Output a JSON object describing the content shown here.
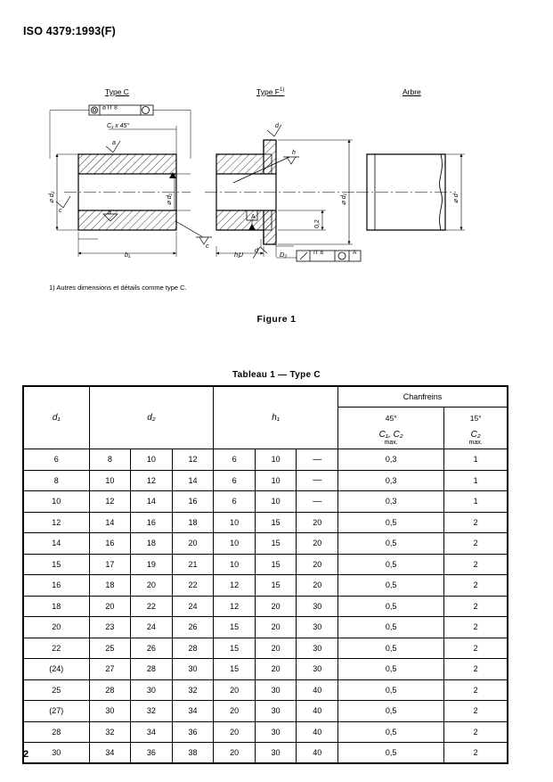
{
  "header": {
    "standard": "ISO 4379:1993(F)"
  },
  "figures": {
    "type_c": {
      "title": "Type C",
      "gdt_frame": "⌀ IT 8 Ⓜ",
      "gdt_symbol": "concentricity-icon",
      "chamfer_top": "C₁ x 45°",
      "chamfer_bottom": "C₂ x 45°",
      "dim_outer": "⌀ d₂",
      "dim_inner": "⌀ d₁",
      "dim_width": "b₁",
      "surface_a_top": "a",
      "surface_a_bottom": "a",
      "surface_c_left": "c",
      "surface_c_right": "c"
    },
    "type_f": {
      "title": "Type F",
      "footnote_marker": "1)",
      "gdt_frame": "IT 8 Ⓜ A",
      "gdt_datum": "A",
      "datum_label": "A",
      "dim_inner": "⌀ d₁",
      "dim_width": "h₁",
      "dim_flange": "D₂",
      "dim_step": "0,2",
      "label_u": "U",
      "surface_d_top": "d",
      "surface_d_bottom": "d",
      "surface_h": "h"
    },
    "arbre": {
      "title": "Arbre",
      "dim_diameter": "⌀ d"
    },
    "footnote": "1) Autres dimensions et détails comme type C.",
    "caption": "Figure 1"
  },
  "table": {
    "caption": "Tableau 1 — Type C",
    "headers": {
      "d1": "d₁",
      "d2": "d₂",
      "h1": "h₁",
      "chanfreins": "Chanfreins",
      "angle_45": "45°",
      "angle_15": "15°",
      "c1c2": "C₁, C₂",
      "c2": "C₂",
      "max_a": "max.",
      "max_b": "max."
    },
    "rows": [
      {
        "d1": "6",
        "d2": [
          "8",
          "10",
          "12"
        ],
        "h1": [
          "6",
          "10",
          "—"
        ],
        "c45": "0,3",
        "c15": "1"
      },
      {
        "d1": "8",
        "d2": [
          "10",
          "12",
          "14"
        ],
        "h1": [
          "6",
          "10",
          "—"
        ],
        "c45": "0,3",
        "c15": "1"
      },
      {
        "d1": "10",
        "d2": [
          "12",
          "14",
          "16"
        ],
        "h1": [
          "6",
          "10",
          "—"
        ],
        "c45": "0,3",
        "c15": "1"
      },
      {
        "d1": "12",
        "d2": [
          "14",
          "16",
          "18"
        ],
        "h1": [
          "10",
          "15",
          "20"
        ],
        "c45": "0,5",
        "c15": "2"
      },
      {
        "d1": "14",
        "d2": [
          "16",
          "18",
          "20"
        ],
        "h1": [
          "10",
          "15",
          "20"
        ],
        "c45": "0,5",
        "c15": "2"
      },
      {
        "d1": "15",
        "d2": [
          "17",
          "19",
          "21"
        ],
        "h1": [
          "10",
          "15",
          "20"
        ],
        "c45": "0,5",
        "c15": "2"
      },
      {
        "d1": "16",
        "d2": [
          "18",
          "20",
          "22"
        ],
        "h1": [
          "12",
          "15",
          "20"
        ],
        "c45": "0,5",
        "c15": "2"
      },
      {
        "d1": "18",
        "d2": [
          "20",
          "22",
          "24"
        ],
        "h1": [
          "12",
          "20",
          "30"
        ],
        "c45": "0,5",
        "c15": "2"
      },
      {
        "d1": "20",
        "d2": [
          "23",
          "24",
          "26"
        ],
        "h1": [
          "15",
          "20",
          "30"
        ],
        "c45": "0,5",
        "c15": "2"
      },
      {
        "d1": "22",
        "d2": [
          "25",
          "26",
          "28"
        ],
        "h1": [
          "15",
          "20",
          "30"
        ],
        "c45": "0,5",
        "c15": "2"
      },
      {
        "d1": "(24)",
        "d2": [
          "27",
          "28",
          "30"
        ],
        "h1": [
          "15",
          "20",
          "30"
        ],
        "c45": "0,5",
        "c15": "2"
      },
      {
        "d1": "25",
        "d2": [
          "28",
          "30",
          "32"
        ],
        "h1": [
          "20",
          "30",
          "40"
        ],
        "c45": "0,5",
        "c15": "2"
      },
      {
        "d1": "(27)",
        "d2": [
          "30",
          "32",
          "34"
        ],
        "h1": [
          "20",
          "30",
          "40"
        ],
        "c45": "0,5",
        "c15": "2"
      },
      {
        "d1": "28",
        "d2": [
          "32",
          "34",
          "36"
        ],
        "h1": [
          "20",
          "30",
          "40"
        ],
        "c45": "0,5",
        "c15": "2"
      },
      {
        "d1": "30",
        "d2": [
          "34",
          "36",
          "38"
        ],
        "h1": [
          "20",
          "30",
          "40"
        ],
        "c45": "0,5",
        "c15": "2"
      }
    ]
  },
  "footer": {
    "page_number": "2"
  }
}
